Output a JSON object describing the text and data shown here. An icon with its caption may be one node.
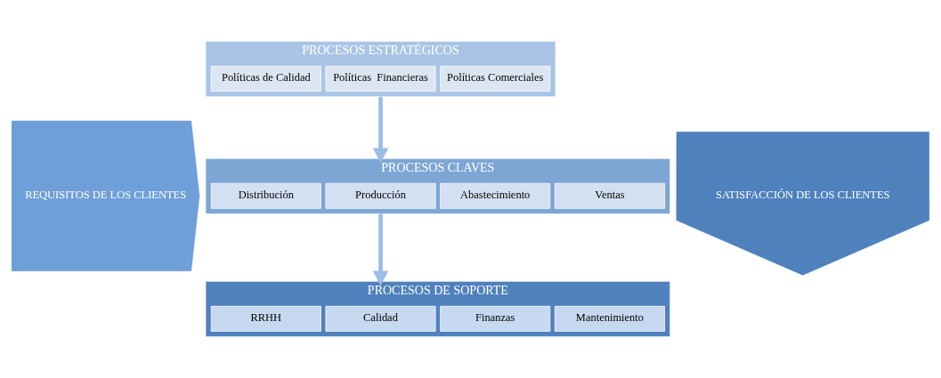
{
  "diagram": {
    "nodes": [
      {
        "text": [
          "REQUISITOS DE LOS CLIENTES"
        ]
      },
      {
        "text": [
          "PROCESOS ESTRATÉGICOS"
        ]
      },
      {
        "text": [
          "Políticas Comerciales"
        ],
        "in": 1
      },
      {
        "text": [
          "Políticas  Financieras"
        ],
        "in": 1
      },
      {
        "text": [
          "Políticas de Calidad"
        ],
        "in": 1
      },
      {
        "text": [
          "PROCESOS CLAVES"
        ]
      },
      {
        "text": [
          "Ventas"
        ],
        "in": 5
      },
      {
        "text": [
          "Abastecimiento"
        ],
        "in": 5
      },
      {
        "text": [
          "Producción"
        ],
        "in": 5
      },
      {
        "text": [
          "Distribución"
        ],
        "in": 5
      },
      {
        "text": [
          "PROCESOS DE SOPORTE"
        ]
      },
      {
        "text": [
          "Mantenimiento"
        ],
        "in": 10
      },
      {
        "text": [
          "Finanzas"
        ],
        "in": 10
      },
      {
        "text": [
          "Calidad"
        ],
        "in": 10
      },
      {
        "text": [
          "RRHH"
        ],
        "in": 10
      },
      {
        "text": [
          "SATISFACCIÓN DE LOS CLIENTES"
        ]
      }
    ],
    "edges": [
      {
        "from": 1,
        "to": 5,
        "arrow": "to"
      },
      {
        "from": 5,
        "to": 10,
        "arrow": "to"
      }
    ]
  }
}
